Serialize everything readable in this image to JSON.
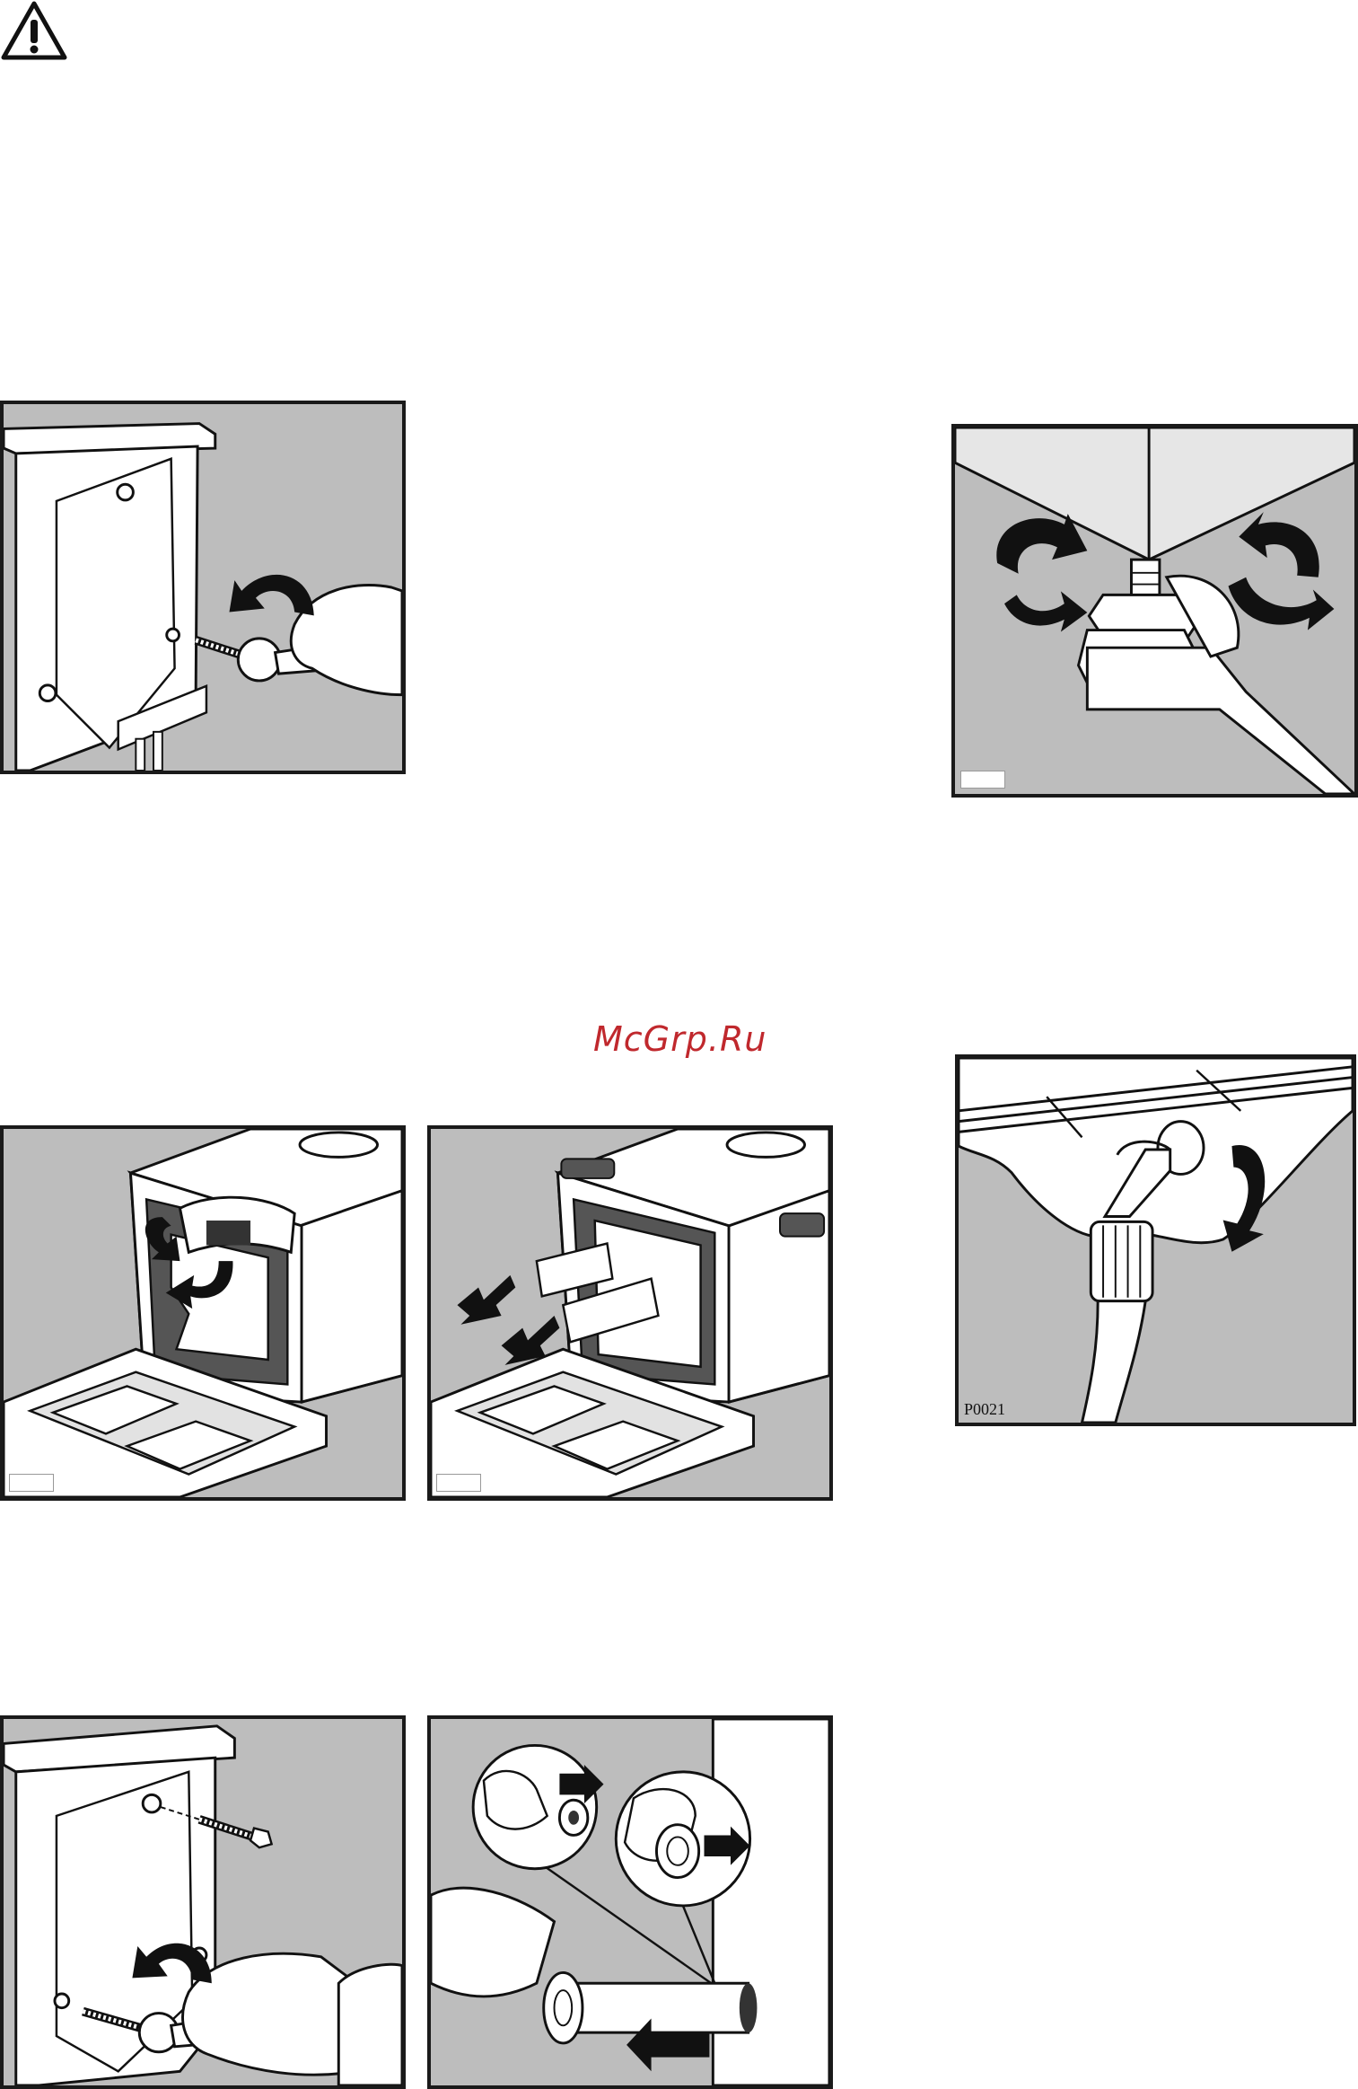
{
  "watermark": {
    "text": "McGrp.Ru",
    "color": "#c0282d"
  },
  "colors": {
    "panel_background": "#bdbdbd",
    "ink": "#1a1a1a",
    "arrow": "#111111",
    "floor": "#d4d4d4"
  },
  "icons": {
    "warning": "warning-triangle-icon"
  },
  "figures": [
    {
      "name": "remove-rear-bolt"
    },
    {
      "name": "adjust-foot-nut"
    },
    {
      "name": "remove-polystyrene-packing"
    },
    {
      "name": "pull-out-packing-tubes"
    },
    {
      "name": "connect-inlet-hose",
      "code": "P0021"
    },
    {
      "name": "refit-rear-bolts"
    },
    {
      "name": "insert-plastic-plugs"
    }
  ]
}
